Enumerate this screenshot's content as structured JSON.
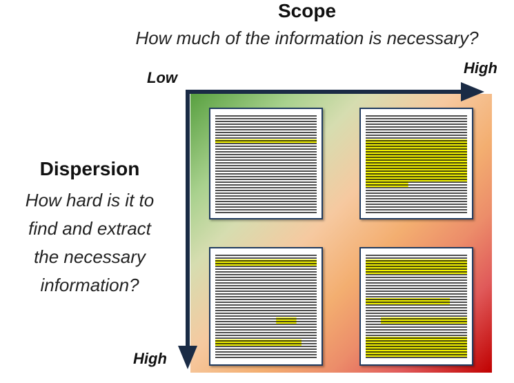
{
  "scope": {
    "title": "Scope",
    "question": "How much of the information is necessary?"
  },
  "dispersion": {
    "title": "Dispersion",
    "question_lines": [
      "How hard is it to",
      "find and extract",
      "the necessary",
      "information?"
    ]
  },
  "axis_labels": {
    "low": "Low",
    "high_x": "High",
    "high_y": "High"
  },
  "colors": {
    "axis": "#1a2b45",
    "highlight": "#f2f200",
    "text_line": "#111111",
    "gradient_low": "#58a040",
    "gradient_high": "#c00000"
  },
  "documents": [
    {
      "name": "doc-low-scope-low-dispersion",
      "highlights": [
        {
          "line": 9,
          "span": 1,
          "from": 0.0,
          "to": 1.0
        }
      ]
    },
    {
      "name": "doc-high-scope-low-dispersion",
      "highlights": [
        {
          "line": 9,
          "span": 15,
          "from": 0.0,
          "to": 1.0
        },
        {
          "line": 24,
          "span": 2,
          "from": 0.0,
          "to": 0.42
        }
      ]
    },
    {
      "name": "doc-low-scope-high-dispersion",
      "highlights": [
        {
          "line": 2,
          "span": 2,
          "from": 0.0,
          "to": 1.0
        },
        {
          "line": 23,
          "span": 2,
          "from": 0.6,
          "to": 0.8
        },
        {
          "line": 31,
          "span": 2,
          "from": 0.0,
          "to": 0.85
        }
      ]
    },
    {
      "name": "doc-high-scope-high-dispersion",
      "highlights": [
        {
          "line": 2,
          "span": 5,
          "from": 0.0,
          "to": 1.0
        },
        {
          "line": 16,
          "span": 2,
          "from": 0.0,
          "to": 0.83
        },
        {
          "line": 23,
          "span": 2,
          "from": 0.15,
          "to": 1.0
        },
        {
          "line": 30,
          "span": 7,
          "from": 0.0,
          "to": 1.0
        }
      ]
    }
  ]
}
